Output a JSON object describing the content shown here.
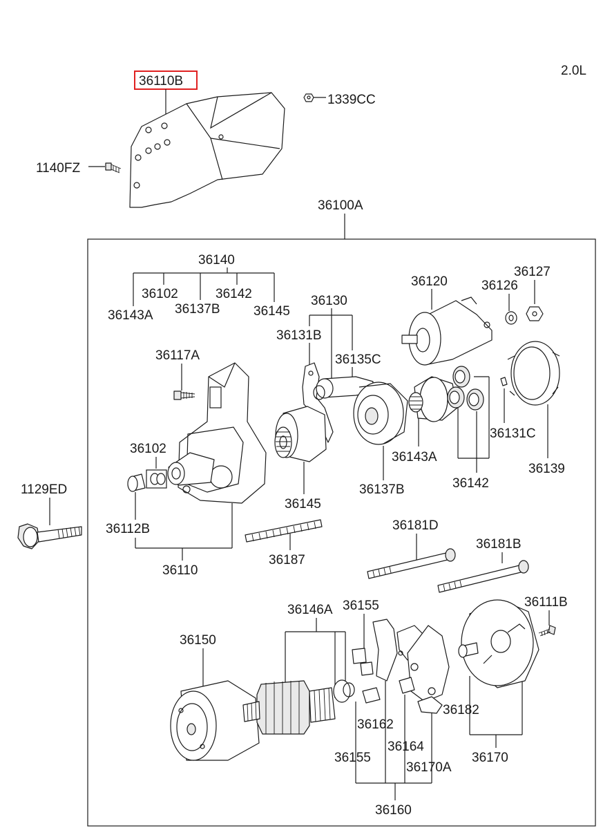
{
  "engine_label": "2.0L",
  "highlight_color": "#e02020",
  "labels": {
    "p36110B": "36110B",
    "p1339CC": "1339CC",
    "p1140FZ": "1140FZ",
    "p36100A": "36100A",
    "p36140": "36140",
    "p36102_top": "36102",
    "p36142_top": "36142",
    "p36143A_top": "36143A",
    "p36137B_top": "36137B",
    "p36145_top": "36145",
    "p36130": "36130",
    "p36131B": "36131B",
    "p36135C": "36135C",
    "p36120": "36120",
    "p36126": "36126",
    "p36127": "36127",
    "p36117A": "36117A",
    "p36102": "36102",
    "p1129ED": "1129ED",
    "p36112B": "36112B",
    "p36110": "36110",
    "p36145": "36145",
    "p36137B": "36137B",
    "p36143A": "36143A",
    "p36142": "36142",
    "p36131C": "36131C",
    "p36139": "36139",
    "p36187": "36187",
    "p36181D": "36181D",
    "p36181B": "36181B",
    "p36146A": "36146A",
    "p36155_top": "36155",
    "p36111B": "36111B",
    "p36150": "36150",
    "p36162": "36162",
    "p36182": "36182",
    "p36164": "36164",
    "p36155": "36155",
    "p36170A": "36170A",
    "p36170": "36170",
    "p36160": "36160"
  }
}
